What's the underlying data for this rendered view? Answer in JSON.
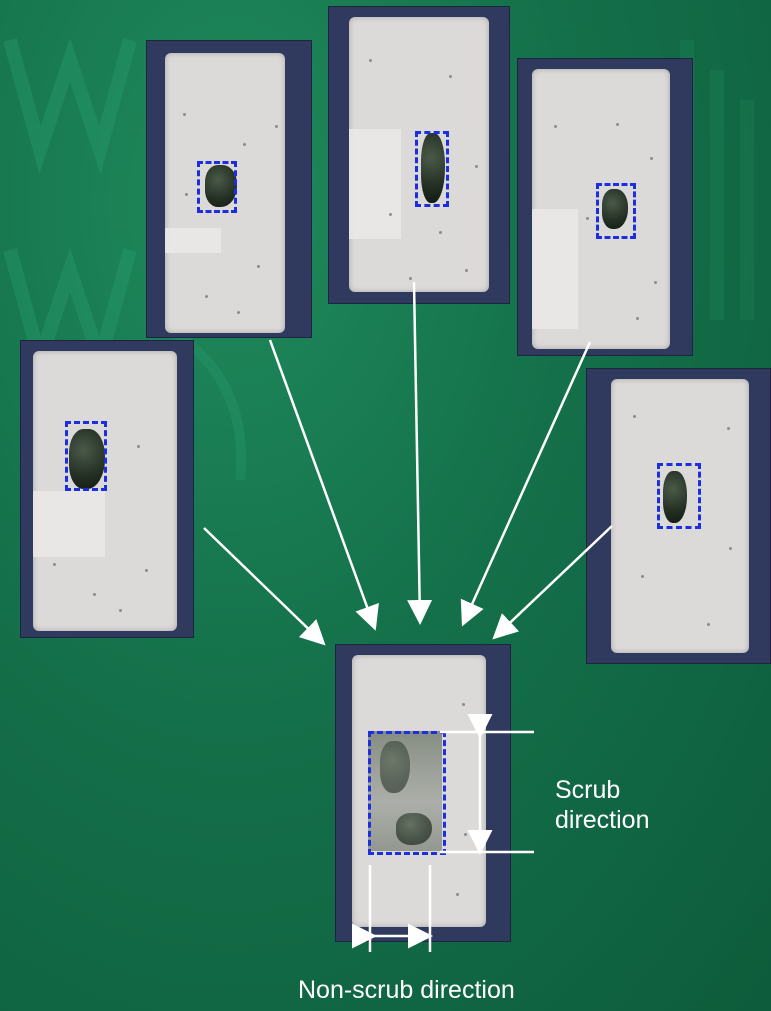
{
  "labels": {
    "scrub_line1": "Scrub",
    "scrub_line2": "direction",
    "non_scrub": "Non-scrub direction"
  },
  "colors": {
    "background": "#14704a",
    "frame": "#2f3a5e",
    "panel": "#dcdad9",
    "bbox": "#1c2fe0",
    "arrow": "#ffffff"
  }
}
